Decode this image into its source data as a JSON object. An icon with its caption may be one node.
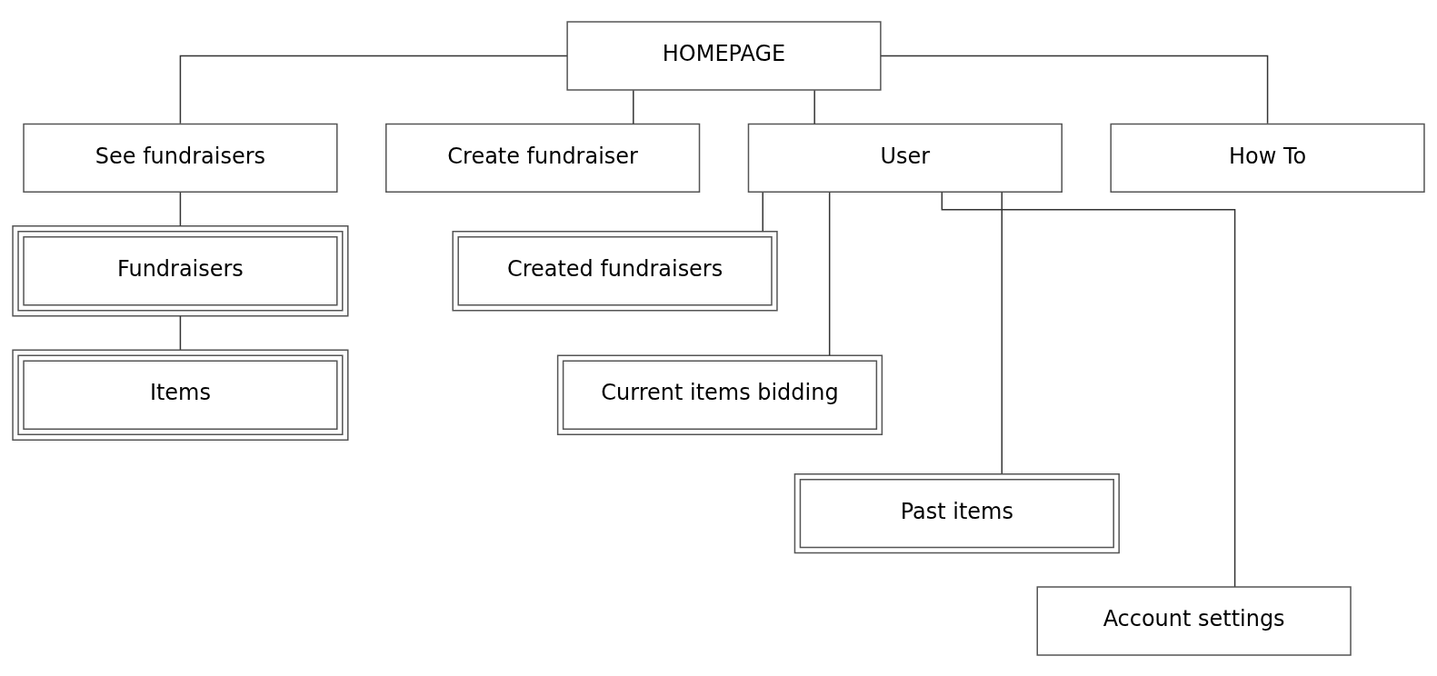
{
  "diagram": {
    "nodes": [
      {
        "text": [
          "HOMEPAGE"
        ]
      },
      {
        "text": [
          "See fundraisers"
        ]
      },
      {
        "text": [
          "Create fundraiser"
        ]
      },
      {
        "text": [
          "User"
        ]
      },
      {
        "text": [
          "How To"
        ]
      },
      {
        "text": [
          "Fundraisers"
        ]
      },
      {
        "text": [
          "Items"
        ]
      },
      {
        "text": [
          "Created fundraisers"
        ]
      },
      {
        "text": [
          "Current items bidding"
        ]
      },
      {
        "text": [
          "Past items"
        ]
      },
      {
        "text": [
          "Account settings"
        ]
      }
    ],
    "edges": [
      {
        "from": 0,
        "to": 1,
        "arrow": "none"
      },
      {
        "from": 0,
        "to": 2,
        "arrow": "none"
      },
      {
        "from": 0,
        "to": 3,
        "arrow": "none"
      },
      {
        "from": 0,
        "to": 4,
        "arrow": "none"
      },
      {
        "from": 1,
        "to": 5,
        "arrow": "none"
      },
      {
        "from": 5,
        "to": 6,
        "arrow": "none"
      },
      {
        "from": 3,
        "to": 7,
        "arrow": "none"
      },
      {
        "from": 3,
        "to": 8,
        "arrow": "none"
      },
      {
        "from": 3,
        "to": 9,
        "arrow": "none"
      },
      {
        "from": 3,
        "to": 10,
        "arrow": "none"
      }
    ]
  }
}
